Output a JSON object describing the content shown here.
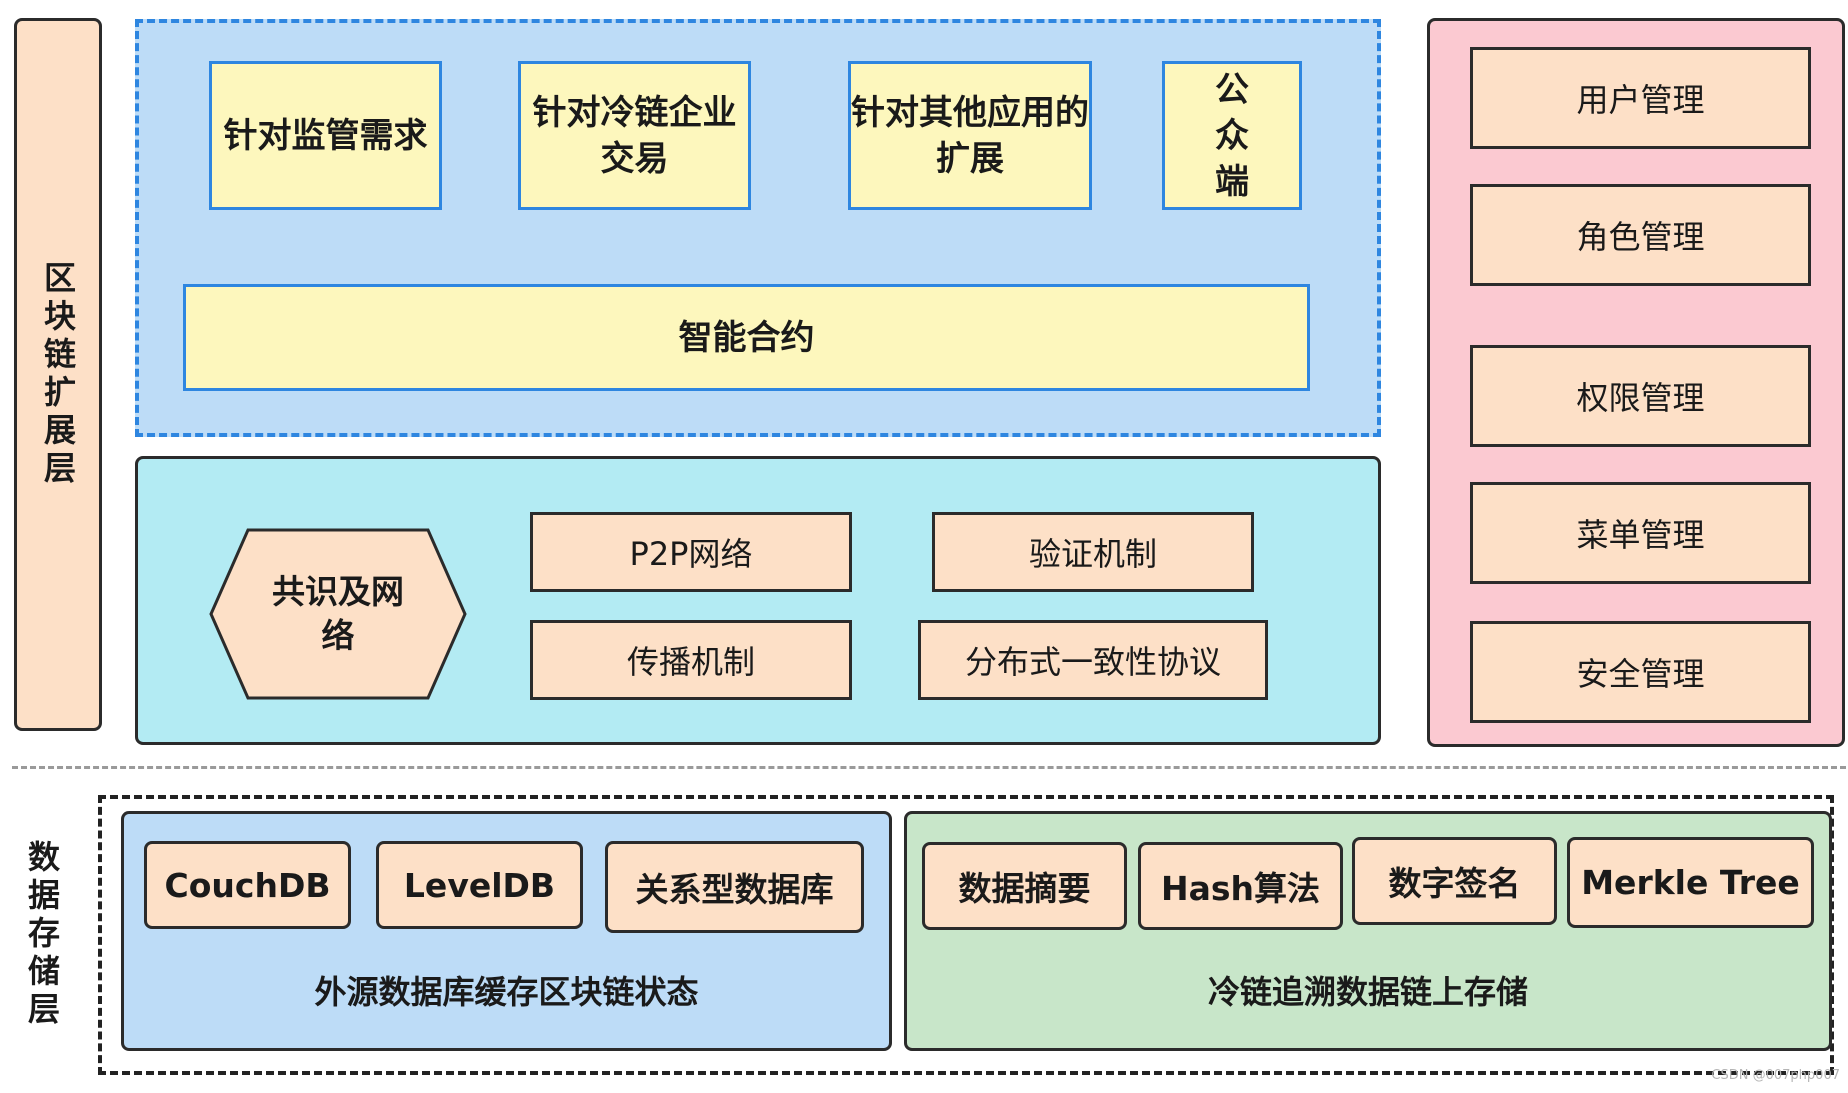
{
  "extension_layer": {
    "label": "区块链扩展层",
    "apps": [
      "针对监管需求",
      "针对冷链企业交易",
      "针对其他应用的扩展",
      "公众端"
    ],
    "smart_contract": "智能合约"
  },
  "consensus_layer": {
    "hexagon": "共识及网络",
    "items": [
      "P2P网络",
      "验证机制",
      "传播机制",
      "分布式一致性协议"
    ]
  },
  "management": {
    "items": [
      "用户管理",
      "角色管理",
      "权限管理",
      "菜单管理",
      "安全管理"
    ]
  },
  "storage_layer": {
    "label": "数据存储层",
    "offchain": {
      "items": [
        "CouchDB",
        "LevelDB",
        "关系型数据库"
      ],
      "caption": "外源数据库缓存区块链状态"
    },
    "onchain": {
      "items": [
        "数据摘要",
        "Hash算法",
        "数字签名",
        "Merkle Tree"
      ],
      "caption": "冷链追溯数据链上存储"
    }
  },
  "watermark": "CSDN @007php007",
  "colors": {
    "peach": "#fde0c7",
    "light_blue": "#bddcf7",
    "cyan": "#b3ebf3",
    "yellow": "#fdf7bd",
    "pink": "#fbc9d1",
    "green": "#c8e6c9",
    "blue_border": "#2e86e0"
  }
}
